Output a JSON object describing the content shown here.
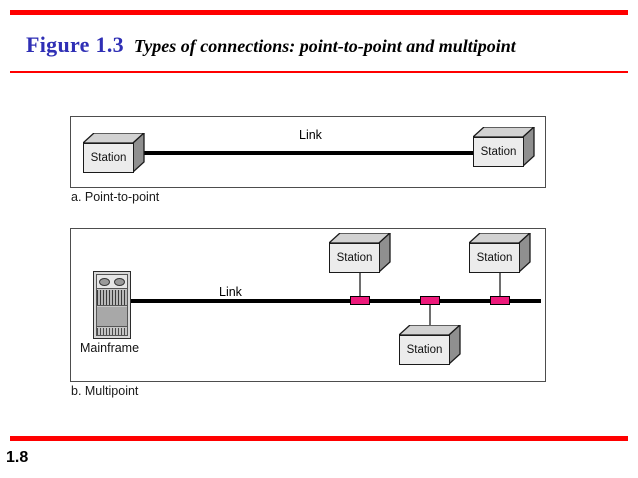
{
  "slide": {
    "page_number": "1.8",
    "accent_color": "#ff0000",
    "figure_number_color": "#2f2fb5",
    "tap_color": "#ed1a7b"
  },
  "heading": {
    "figure_number": "Figure 1.3",
    "caption": "Types of connections: point-to-point and multipoint"
  },
  "diagrams": [
    {
      "id": "point-to-point",
      "caption": "a. Point-to-point",
      "link_label": "Link",
      "nodes": [
        {
          "label": "Station"
        },
        {
          "label": "Station"
        }
      ]
    },
    {
      "id": "multipoint",
      "caption": "b. Multipoint",
      "link_label": "Link",
      "host": {
        "label": "Mainframe"
      },
      "nodes": [
        {
          "label": "Station"
        },
        {
          "label": "Station"
        },
        {
          "label": "Station"
        }
      ]
    }
  ]
}
